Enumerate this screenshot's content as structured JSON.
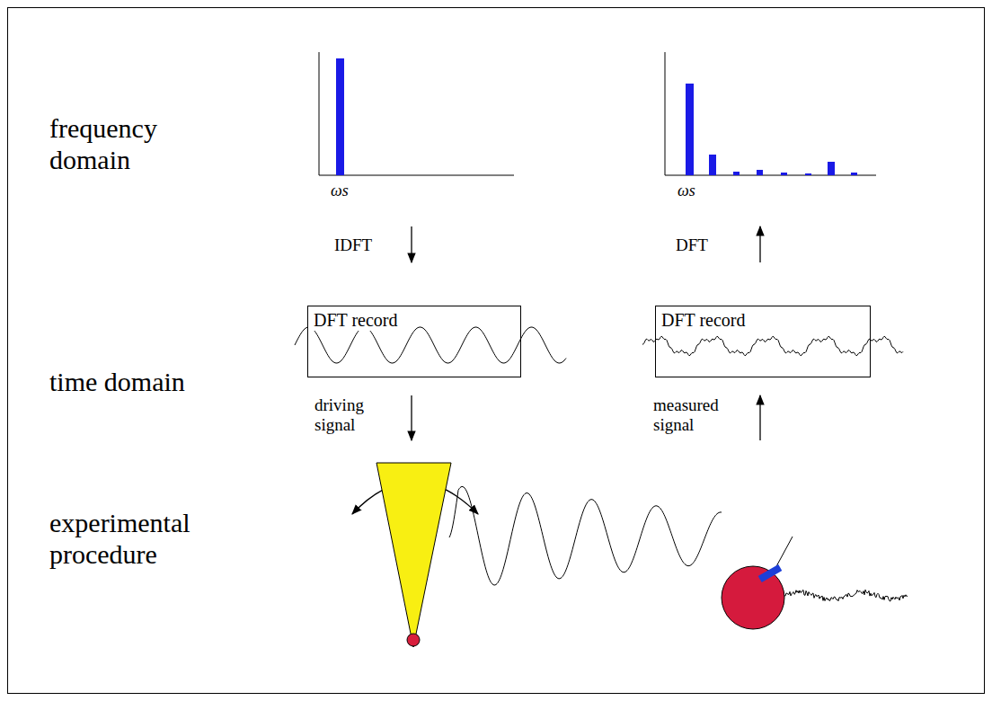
{
  "diagram": {
    "nodes": [
      {
        "text": [
          "DFT record"
        ]
      },
      {
        "text": [
          "DFT record"
        ]
      }
    ],
    "labels": [
      "frequency domain",
      "time domain",
      "experimental procedure",
      "ωs",
      "ωs",
      "IDFT",
      "DFT",
      "driving signal",
      "measured signal"
    ]
  }
}
